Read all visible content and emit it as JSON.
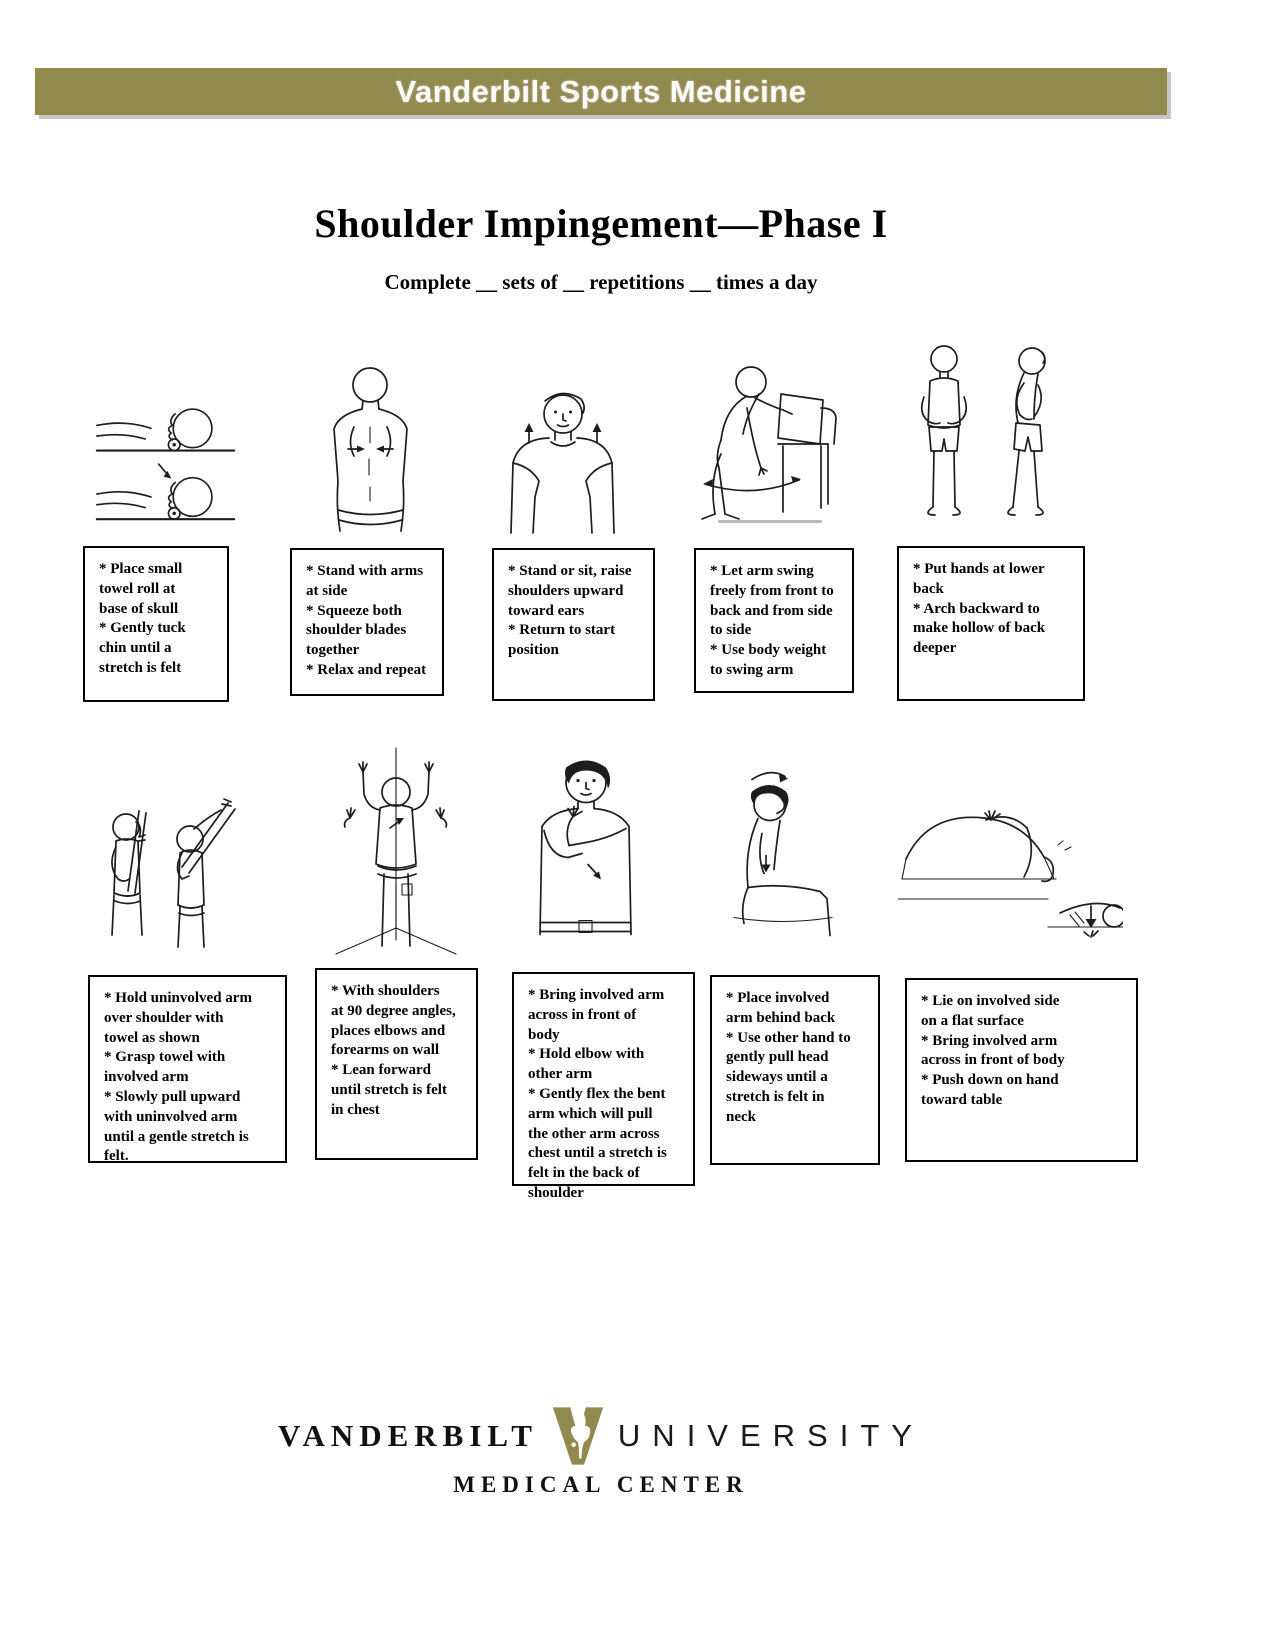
{
  "header": {
    "title": "Vanderbilt Sports Medicine"
  },
  "title": "Shoulder Impingement—Phase I",
  "subtitle": "Complete __ sets of __ repetitions __ times a day",
  "colors": {
    "header_bg": "#92894F",
    "logo_gold": "#92894F",
    "ink": "#1d1d1d"
  },
  "exercises": [
    {
      "name": "chin-tuck-lying",
      "instructions": "* Place small\ntowel roll at\nbase of skull\n* Gently tuck\nchin until a\nstretch is felt"
    },
    {
      "name": "shoulder-blade-squeeze",
      "instructions": "* Stand with arms\nat side\n* Squeeze both\nshoulder blades\ntogether\n* Relax and repeat"
    },
    {
      "name": "shoulder-shrug",
      "instructions": "* Stand or sit, raise\nshoulders upward\ntoward ears\n* Return to start\nposition"
    },
    {
      "name": "pendulum-swing",
      "instructions": "* Let arm swing\nfreely from front to\nback and from side\nto side\n* Use body weight\nto swing arm"
    },
    {
      "name": "standing-back-arch",
      "instructions": "* Put hands at lower\nback\n* Arch backward to\nmake hollow of back\ndeeper"
    },
    {
      "name": "towel-stretch",
      "instructions": "* Hold uninvolved arm\nover shoulder with\ntowel as shown\n* Grasp towel with\ninvolved arm\n* Slowly pull upward\nwith uninvolved arm\nuntil a gentle stretch is\nfelt."
    },
    {
      "name": "corner-wall-stretch",
      "instructions": "* With shoulders\nat 90 degree angles,\nplaces elbows and\nforearms on wall\n* Lean forward\nuntil stretch is felt\nin chest"
    },
    {
      "name": "cross-body-stretch",
      "instructions": "* Bring involved arm\nacross in front of\nbody\n* Hold elbow with\nother arm\n* Gently flex the bent\narm which will pull\nthe other arm across\nchest until a stretch is\nfelt in the back of\nshoulder"
    },
    {
      "name": "seated-neck-stretch",
      "instructions": "* Place involved\narm behind back\n* Use other hand to\ngently pull head\nsideways until a\nstretch is felt in\nneck"
    },
    {
      "name": "side-lying-press",
      "instructions": "* Lie on involved side\non a flat surface\n* Bring involved arm\nacross in front of body\n* Push down on hand\ntoward table"
    }
  ],
  "footer": {
    "vanderbilt": "VANDERBILT",
    "university": "UNIVERSITY",
    "medical_center": "MEDICAL CENTER"
  }
}
